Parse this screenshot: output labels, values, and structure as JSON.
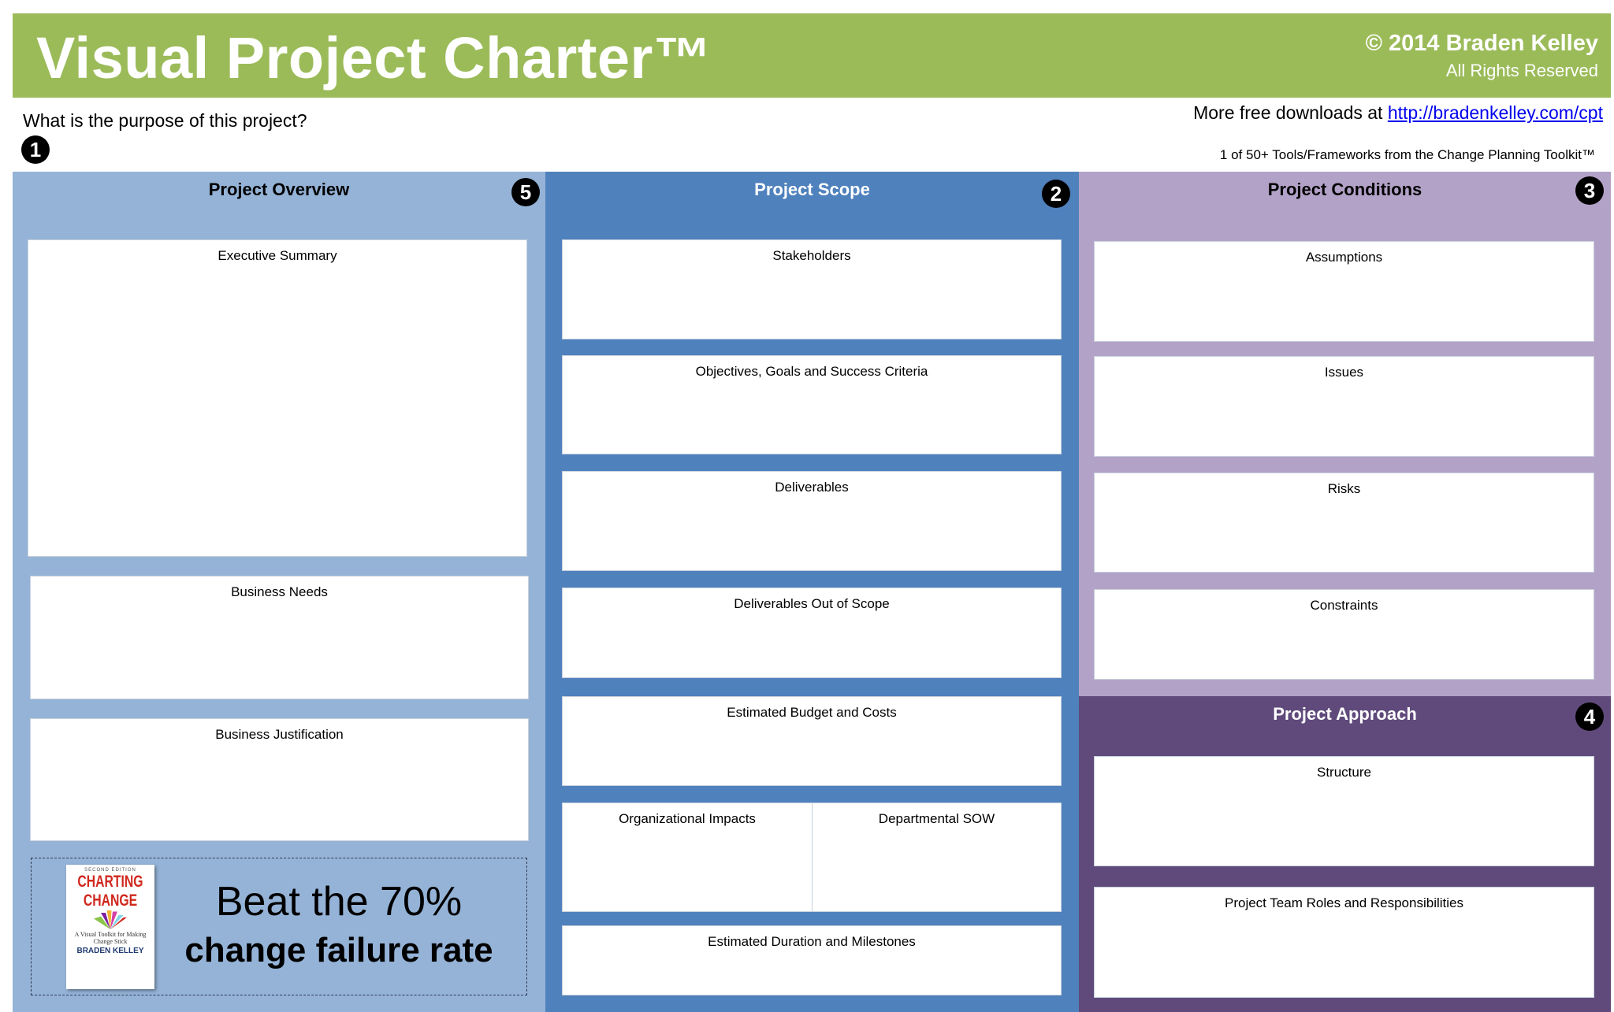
{
  "header": {
    "title": "Visual Project Charter™",
    "copyright": "© 2014 Braden Kelley",
    "rights": "All Rights Reserved",
    "bg_color": "#9BBB59"
  },
  "purpose": {
    "question": "What is the purpose of this project?",
    "number": "1"
  },
  "downloads": {
    "text": "More free downloads at ",
    "link": "http://bradenkelley.com/cpt"
  },
  "toolkit_note": "1 of 50+ Tools/Frameworks from the Change Planning Toolkit™",
  "overview": {
    "title": "Project Overview",
    "number": "5",
    "color": "#95B3D7",
    "boxes": [
      "Executive Summary",
      "Business Needs",
      "Business Justification"
    ]
  },
  "scope": {
    "title": "Project Scope",
    "number": "2",
    "color": "#4F81BD",
    "boxes": [
      "Stakeholders",
      "Objectives, Goals and Success Criteria",
      "Deliverables",
      "Deliverables Out of Scope",
      "Estimated Budget and Costs",
      "Organizational Impacts",
      "Departmental SOW",
      "Estimated Duration and Milestones"
    ]
  },
  "conditions": {
    "title": "Project Conditions",
    "number": "3",
    "color": "#B3A2C7",
    "boxes": [
      "Assumptions",
      "Issues",
      "Risks",
      "Constraints"
    ]
  },
  "approach": {
    "title": "Project Approach",
    "number": "4",
    "color": "#604A7B",
    "boxes": [
      "Structure",
      "Project Team Roles and Responsibilities"
    ]
  },
  "banner": {
    "line1": "Beat the 70%",
    "line2": "change failure rate",
    "book": {
      "edition": "SECOND EDITION",
      "title1": "CHARTING",
      "title2": "CHANGE",
      "subtitle": "A Visual Toolkit for Making Change Stick",
      "author": "BRADEN KELLEY"
    }
  }
}
